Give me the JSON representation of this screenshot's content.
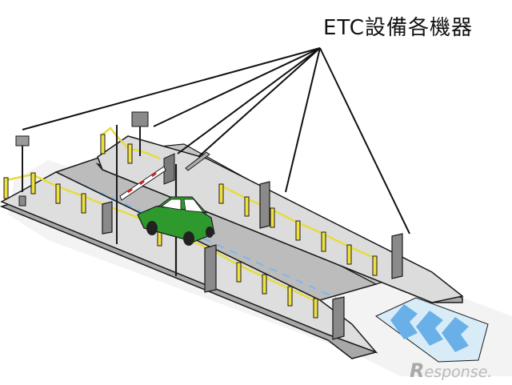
{
  "diagram": {
    "title": "ETC設備各機器",
    "watermark_letter": "R",
    "watermark_text": "esponse."
  },
  "colors": {
    "island_top": "#dcdcdc",
    "island_side": "#a8a8a8",
    "lane": "#bdbdbd",
    "lane_dash": "#7fb8e8",
    "car": "#2e9a2e",
    "rope": "#e6dc3c",
    "post": "#f0e040",
    "equipment": "#8a8a8a",
    "crossing_blue": "#6ab0e8",
    "outline": "#1a1a1a"
  }
}
